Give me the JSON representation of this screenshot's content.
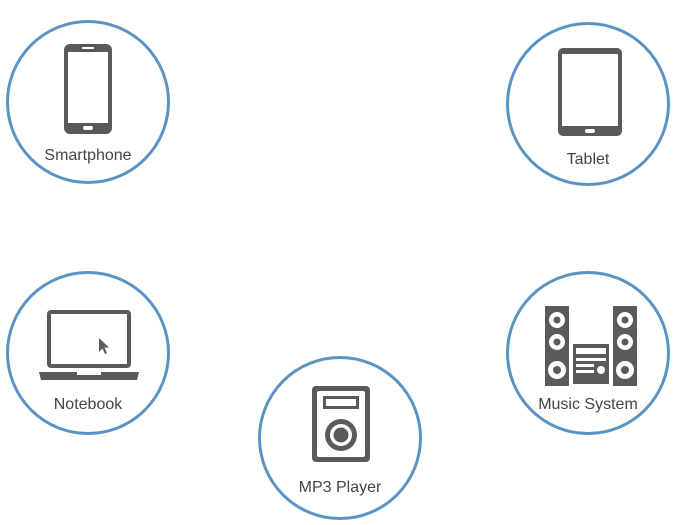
{
  "devices": {
    "smartphone": {
      "label": "Smartphone",
      "icon": "smartphone-icon"
    },
    "tablet": {
      "label": "Tablet",
      "icon": "tablet-icon"
    },
    "notebook": {
      "label": "Notebook",
      "icon": "laptop-icon"
    },
    "music_system": {
      "label": "Music System",
      "icon": "stereo-system-icon"
    },
    "mp3_player": {
      "label": "MP3 Player",
      "icon": "mp3-player-icon"
    }
  },
  "colors": {
    "circle_border": "#5b93c2",
    "icon": "#5a5a5a",
    "label_text": "#444444"
  }
}
